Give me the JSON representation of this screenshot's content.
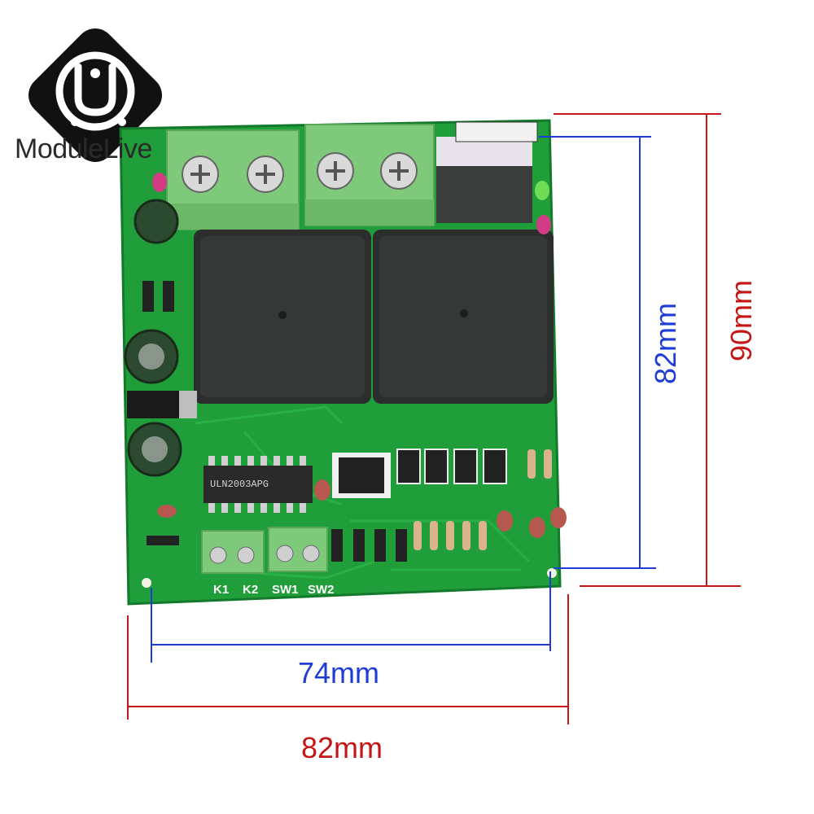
{
  "logo": {
    "brand_text": "ModuleLive",
    "icon": "moduleLive-logo-icon"
  },
  "board": {
    "terminal_labels": [
      "K1",
      "K2",
      "SW1",
      "SW2"
    ],
    "ic_label": "ULN2003APG"
  },
  "dimensions": {
    "inner_width": "74mm",
    "outer_width": "82mm",
    "inner_height": "82mm",
    "outer_height": "90mm"
  },
  "colors": {
    "pcb_green": "#1f9e3a",
    "terminal_green": "#7fc97a",
    "relay_black": "#2b2e2c",
    "inner_dim_blue": "#1f3dd6",
    "outer_dim_red": "#c41616",
    "logo_black": "#111111"
  }
}
